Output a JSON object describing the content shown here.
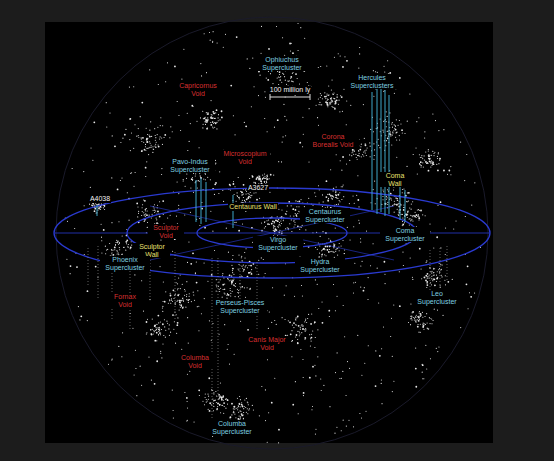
{
  "diagram": {
    "labels": [
      "Ophiuchus Supercluster",
      "Hercules Superclusters",
      "Capricornus Void",
      "100 million ly",
      "Corona Borealis Void",
      "Microscopium Void",
      "Pavo-Indus Supercluster",
      "Coma Wall",
      "A3627",
      "A4038",
      "Centaurus Wall",
      "Centaurus Supercluster",
      "Coma Supercluster",
      "Sculptor Void",
      "Virgo Supercluster",
      "Sculptor Wall",
      "Phoenix Supercluster",
      "Hydra Supercluster",
      "Leo Supercluster",
      "Fornax Void",
      "Perseus-Pisces Supercluster",
      "Canis Major Void",
      "Columba Void",
      "Columba Supercluster"
    ]
  }
}
